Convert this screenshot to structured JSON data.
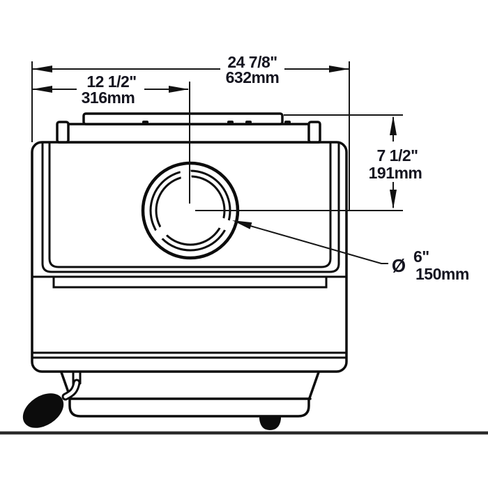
{
  "drawing": {
    "type": "technical-dimension-diagram",
    "subject": "stove-rear-view-with-flue-collar",
    "background_color": "#ffffff",
    "line_color": "#0c0c0c",
    "text_color": "#14141f",
    "ground_line_color": "#2b2b2b"
  },
  "annotations": {
    "overall_width": {
      "inches": "24 7/8\"",
      "mm": "632mm"
    },
    "flue_center_offset": {
      "inches": "12 1/2\"",
      "mm": "316mm"
    },
    "flue_center_height": {
      "inches": "7 1/2\"",
      "mm": "191mm"
    },
    "flue_diameter": {
      "symbol": "Ø",
      "inches": "6\"",
      "mm": "150mm"
    }
  }
}
